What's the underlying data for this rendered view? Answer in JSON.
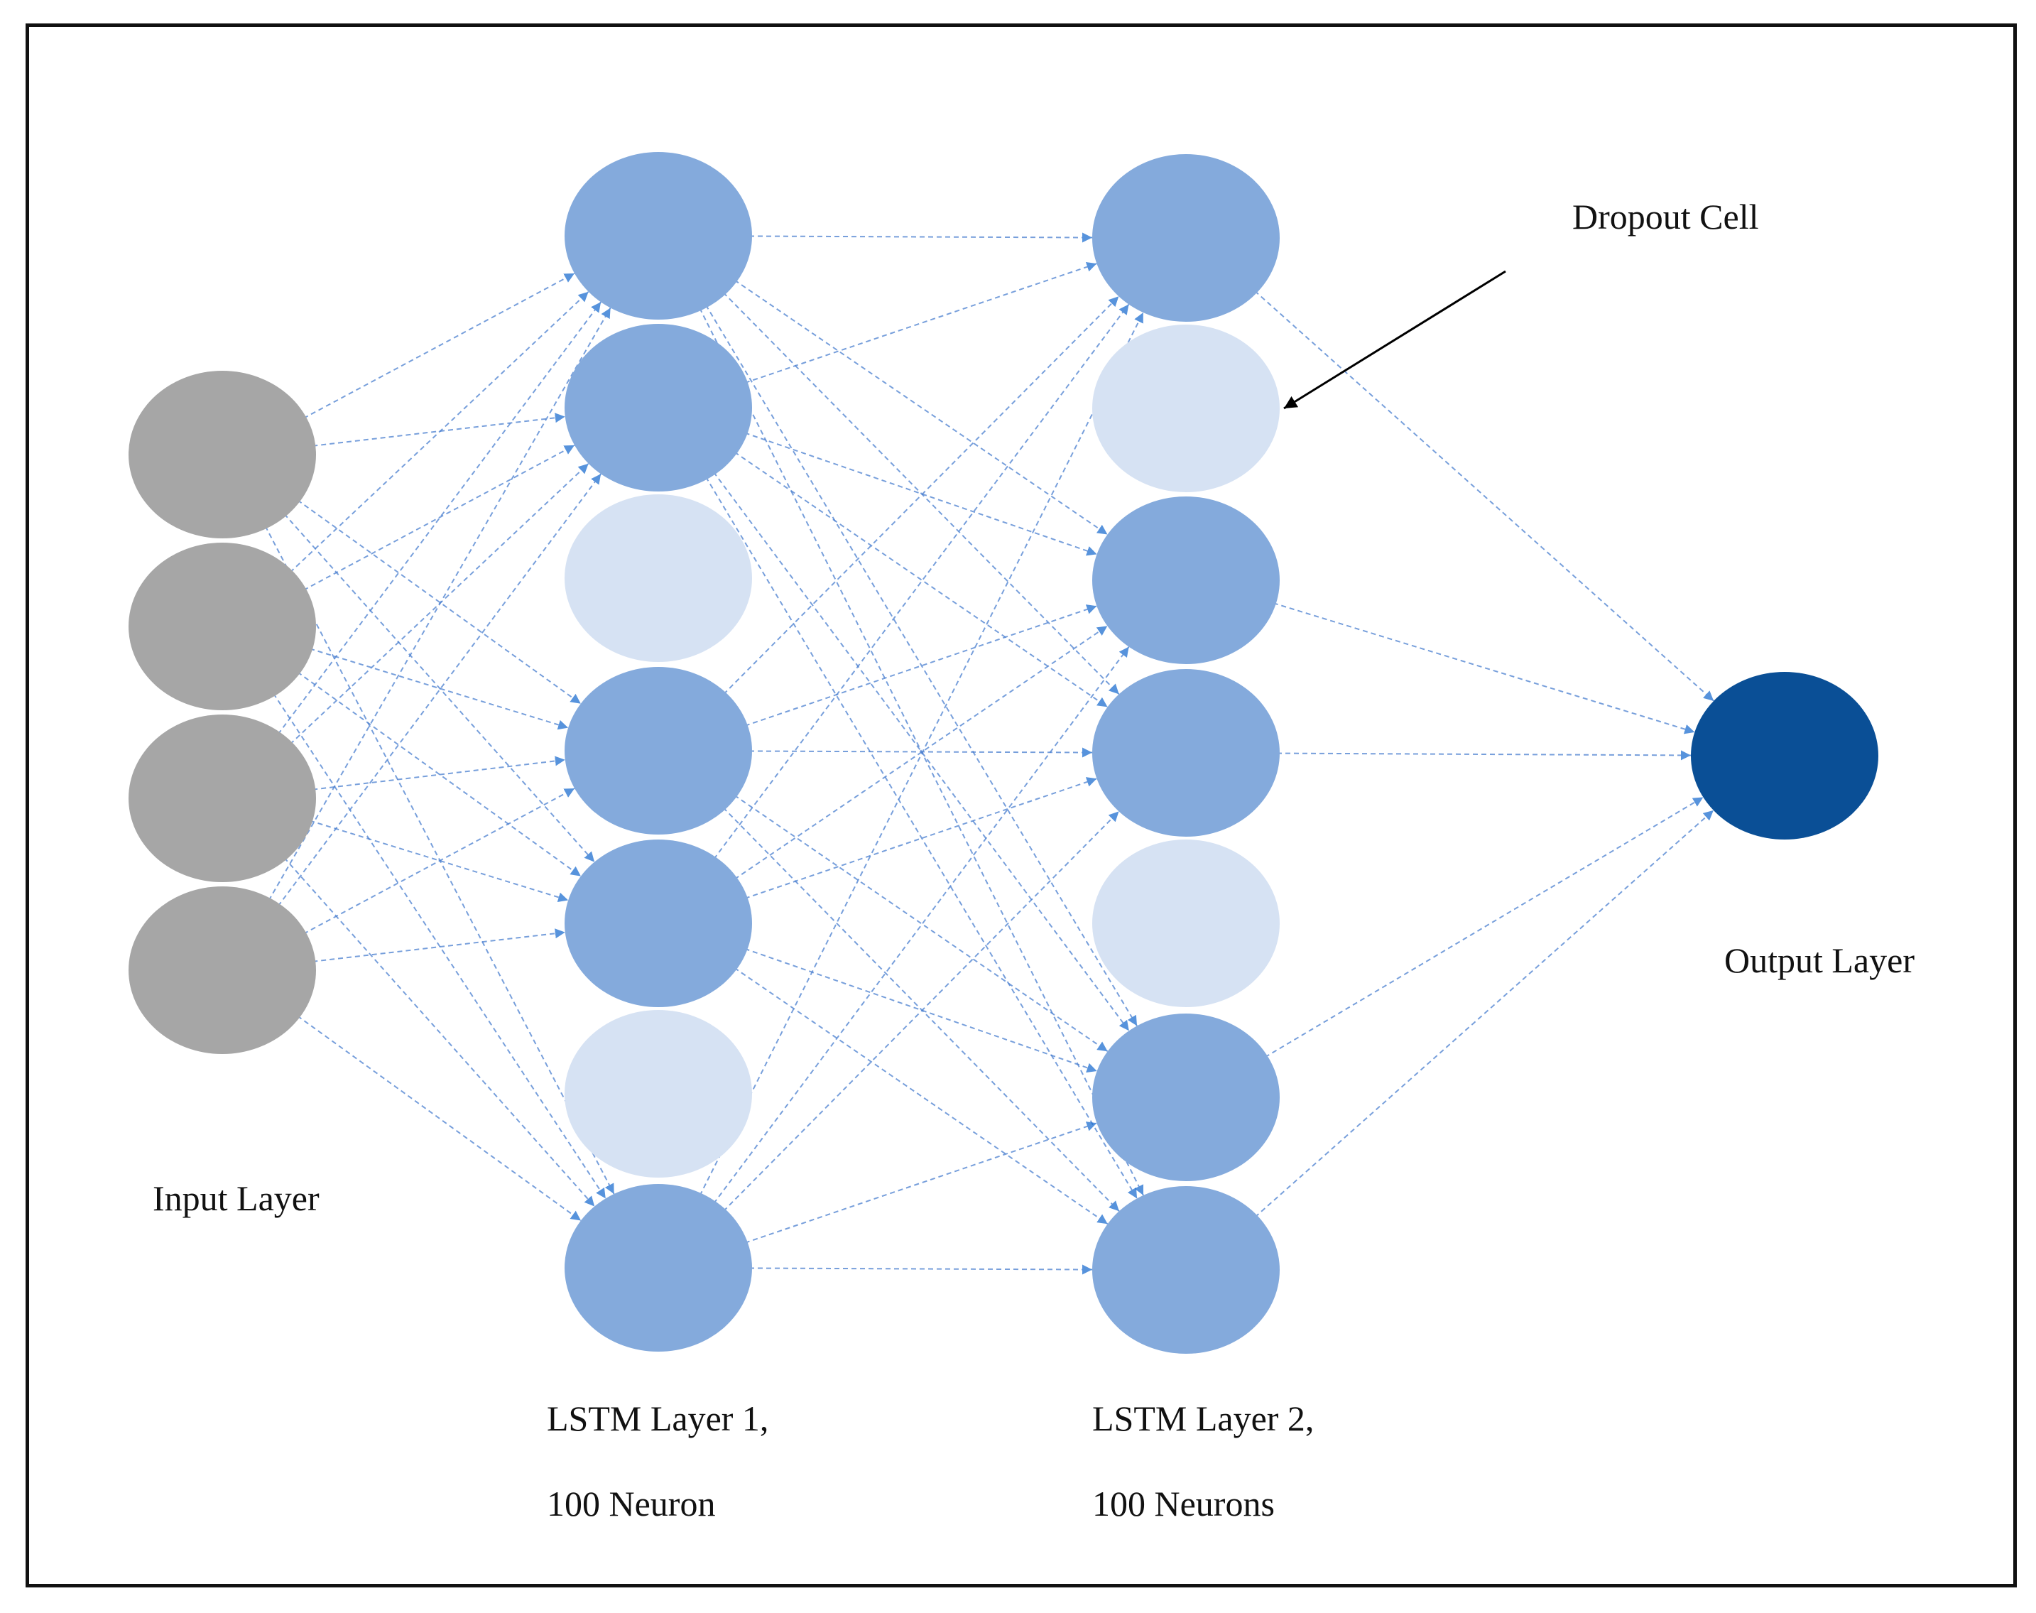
{
  "labels": {
    "input_layer": "Input Layer",
    "lstm1_line1": "LSTM Layer 1,",
    "lstm1_line2": "100 Neuron",
    "lstm2_line1": "LSTM Layer 2,",
    "lstm2_line2": "100 Neurons",
    "output_layer": "Output Layer",
    "dropout_callout": "Dropout Cell"
  },
  "colors": {
    "input_node": "#a6a6a6",
    "active_node": "#84aadc",
    "dropout_node": "#d6e2f3",
    "output_node": "#0a4f96",
    "connection": "#4a7fd0",
    "arrowhead": "#1f6fd1",
    "callout_arrow": "#000000"
  },
  "layers": [
    {
      "name": "input",
      "nodes": [
        "active",
        "active",
        "active",
        "active"
      ]
    },
    {
      "name": "lstm1",
      "nodes": [
        "active",
        "active",
        "dropout",
        "active",
        "active",
        "dropout",
        "active"
      ]
    },
    {
      "name": "lstm2",
      "nodes": [
        "active",
        "dropout",
        "active",
        "active",
        "dropout",
        "active",
        "active"
      ]
    },
    {
      "name": "output",
      "nodes": [
        "active"
      ]
    }
  ]
}
